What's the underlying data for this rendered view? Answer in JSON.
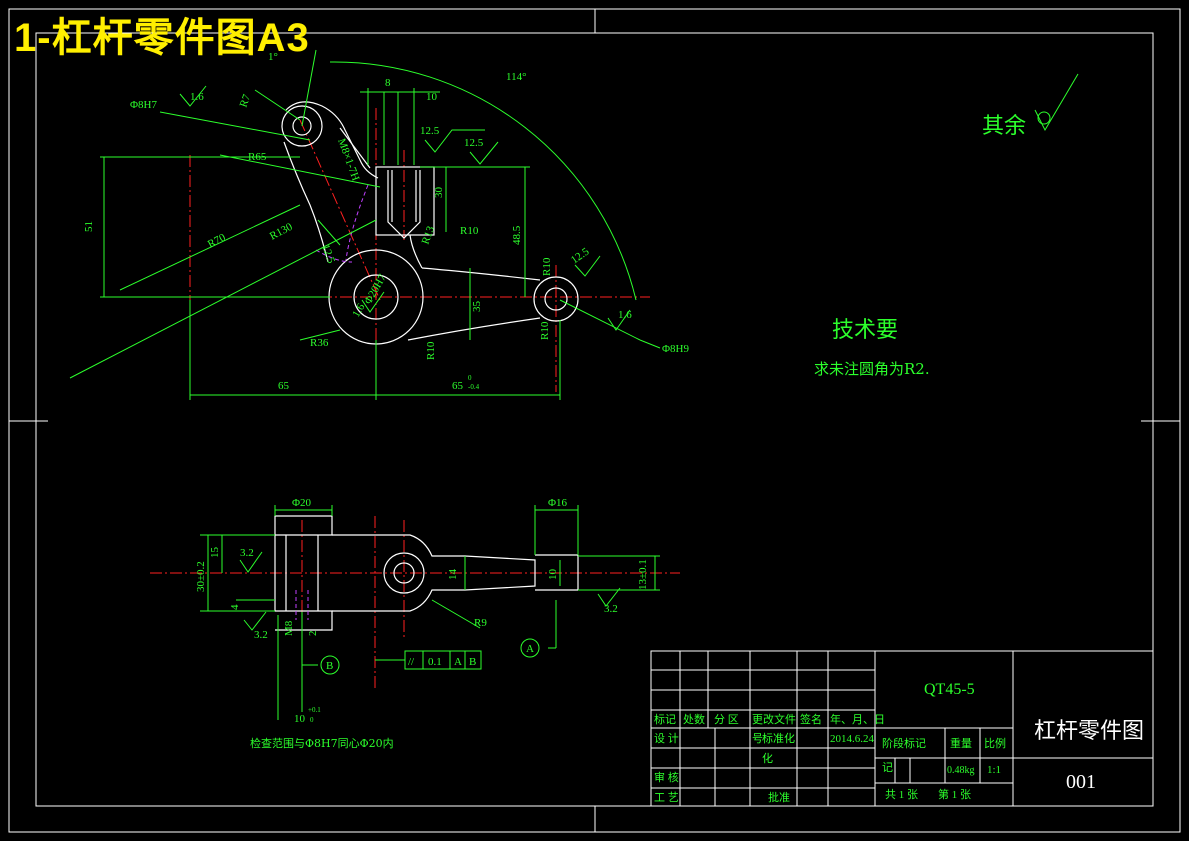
{
  "page_title": "1-杠杆零件图A3",
  "colors": {
    "background": "#000000",
    "outline": "#ffffff",
    "dimension": "#2cff2c",
    "centerline": "#ff2020",
    "title": "#ffef00",
    "hidden": "#c040ff"
  },
  "technical_requirements": {
    "heading": "技术要",
    "note": "求未注圆角为R2."
  },
  "surface_finish_rest": "其余",
  "check_note": "检查范围与Φ8H7同心Φ20内",
  "front_view": {
    "dims": {
      "hole_top": "Φ8H7",
      "rough_top": "1.6",
      "d_r7": "R7",
      "d_small": "8",
      "d_ten": "10",
      "rough_125a": "12.5",
      "rough_125b": "12.5",
      "r65": "R65",
      "r70": "R70",
      "r130": "R130",
      "d51": "51",
      "d30": "30",
      "d485": "48.5",
      "r10a": "R10",
      "r13": "R13",
      "r10b": "R10",
      "rough_125c": "12.5",
      "rough_125d": "12.5",
      "hole_center": "Φ20H7",
      "rough_center": "1.6",
      "d35": "35",
      "r36": "R36",
      "r10c": "R10",
      "hole_right": "Φ8H9",
      "rough_right": "1.6",
      "d65_left": "65",
      "d65_right": "65",
      "tol_right": "0",
      "tol_right2": "-0.4",
      "angle": "114°",
      "angle_small": "1°",
      "thread": "M8×1-7H"
    }
  },
  "side_view": {
    "dims": {
      "d20": "Φ20",
      "d16": "Φ16",
      "d15": "15",
      "d30tol": "30±0.2",
      "rough_32a": "3.2",
      "rough_32b": "3.2",
      "d4": "4",
      "m8": "M8",
      "d2": "2",
      "d14": "14",
      "d10": "10",
      "d131": "13±0.1",
      "rough_32c": "3.2",
      "r9": "R9",
      "tol_10": "10",
      "tol_10s": "+0.1",
      "tol_10s2": "0",
      "datum_a": "A",
      "datum_b": "B",
      "fcf_sym": "//",
      "fcf_val": "0.1",
      "fcf_a": "A",
      "fcf_b": "B"
    }
  },
  "title_block": {
    "material": "QT45-5",
    "part_name": "杠杆零件图",
    "drawing_no": "001",
    "rev_headers": [
      "标记",
      "处数",
      "分 区",
      "更改文件",
      "签名",
      "年、月、日"
    ],
    "design": "设 计",
    "standardize": "标准化",
    "std_num": "号",
    "date": "2014.6.24",
    "review": "审 核",
    "process": "工 艺",
    "approve": "批准",
    "stage_mark": "阶段标记",
    "weight_label": "重量",
    "scale_label": "比例",
    "weight": "0.48kg",
    "scale": "1:1",
    "total_sheets": "共 1 张",
    "sheet_no": "第 1 张",
    "hua": "化",
    "ji": "记"
  }
}
